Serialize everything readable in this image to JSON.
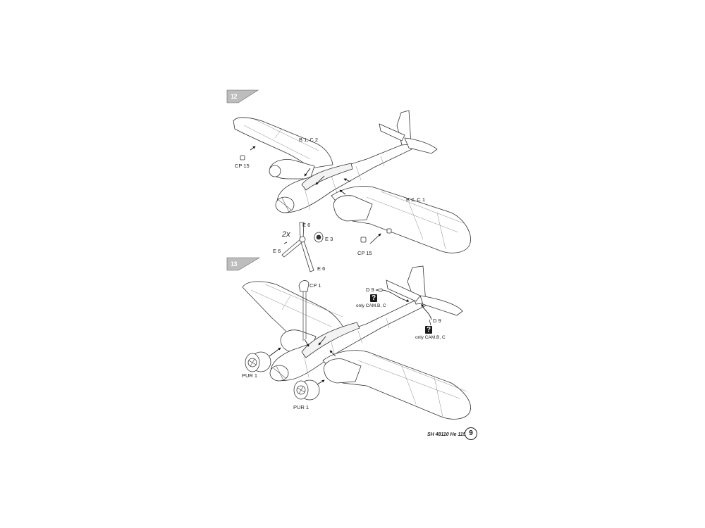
{
  "steps": [
    {
      "number": "12",
      "labels": {
        "wing_left": "B 1, C 2",
        "wing_right": "B 2, C 1",
        "cp_left": "CP 15",
        "cp_right": "CP 15",
        "multiplier": "2x",
        "e6_top": "E 6",
        "e3": "E 3",
        "e6_left": "E 6",
        "e6_bottom": "E 6"
      }
    },
    {
      "number": "13",
      "labels": {
        "cp1": "CP 1",
        "d9_top": "D 9",
        "d9_bottom": "D 9",
        "note_top": "only CAM.B, C",
        "note_bottom": "only CAM.B, C",
        "pur_left": "PUR 1",
        "pur_bottom": "PUR 1"
      },
      "icons": [
        "question-mark-icon",
        "question-mark-icon"
      ]
    }
  ],
  "footer": {
    "kit_ref": "SH 48110 He 115",
    "page_number": "9"
  },
  "colors": {
    "line": "#333333",
    "tag_fill": "#bdbdbd",
    "panel_line": "#8a8a8a"
  }
}
